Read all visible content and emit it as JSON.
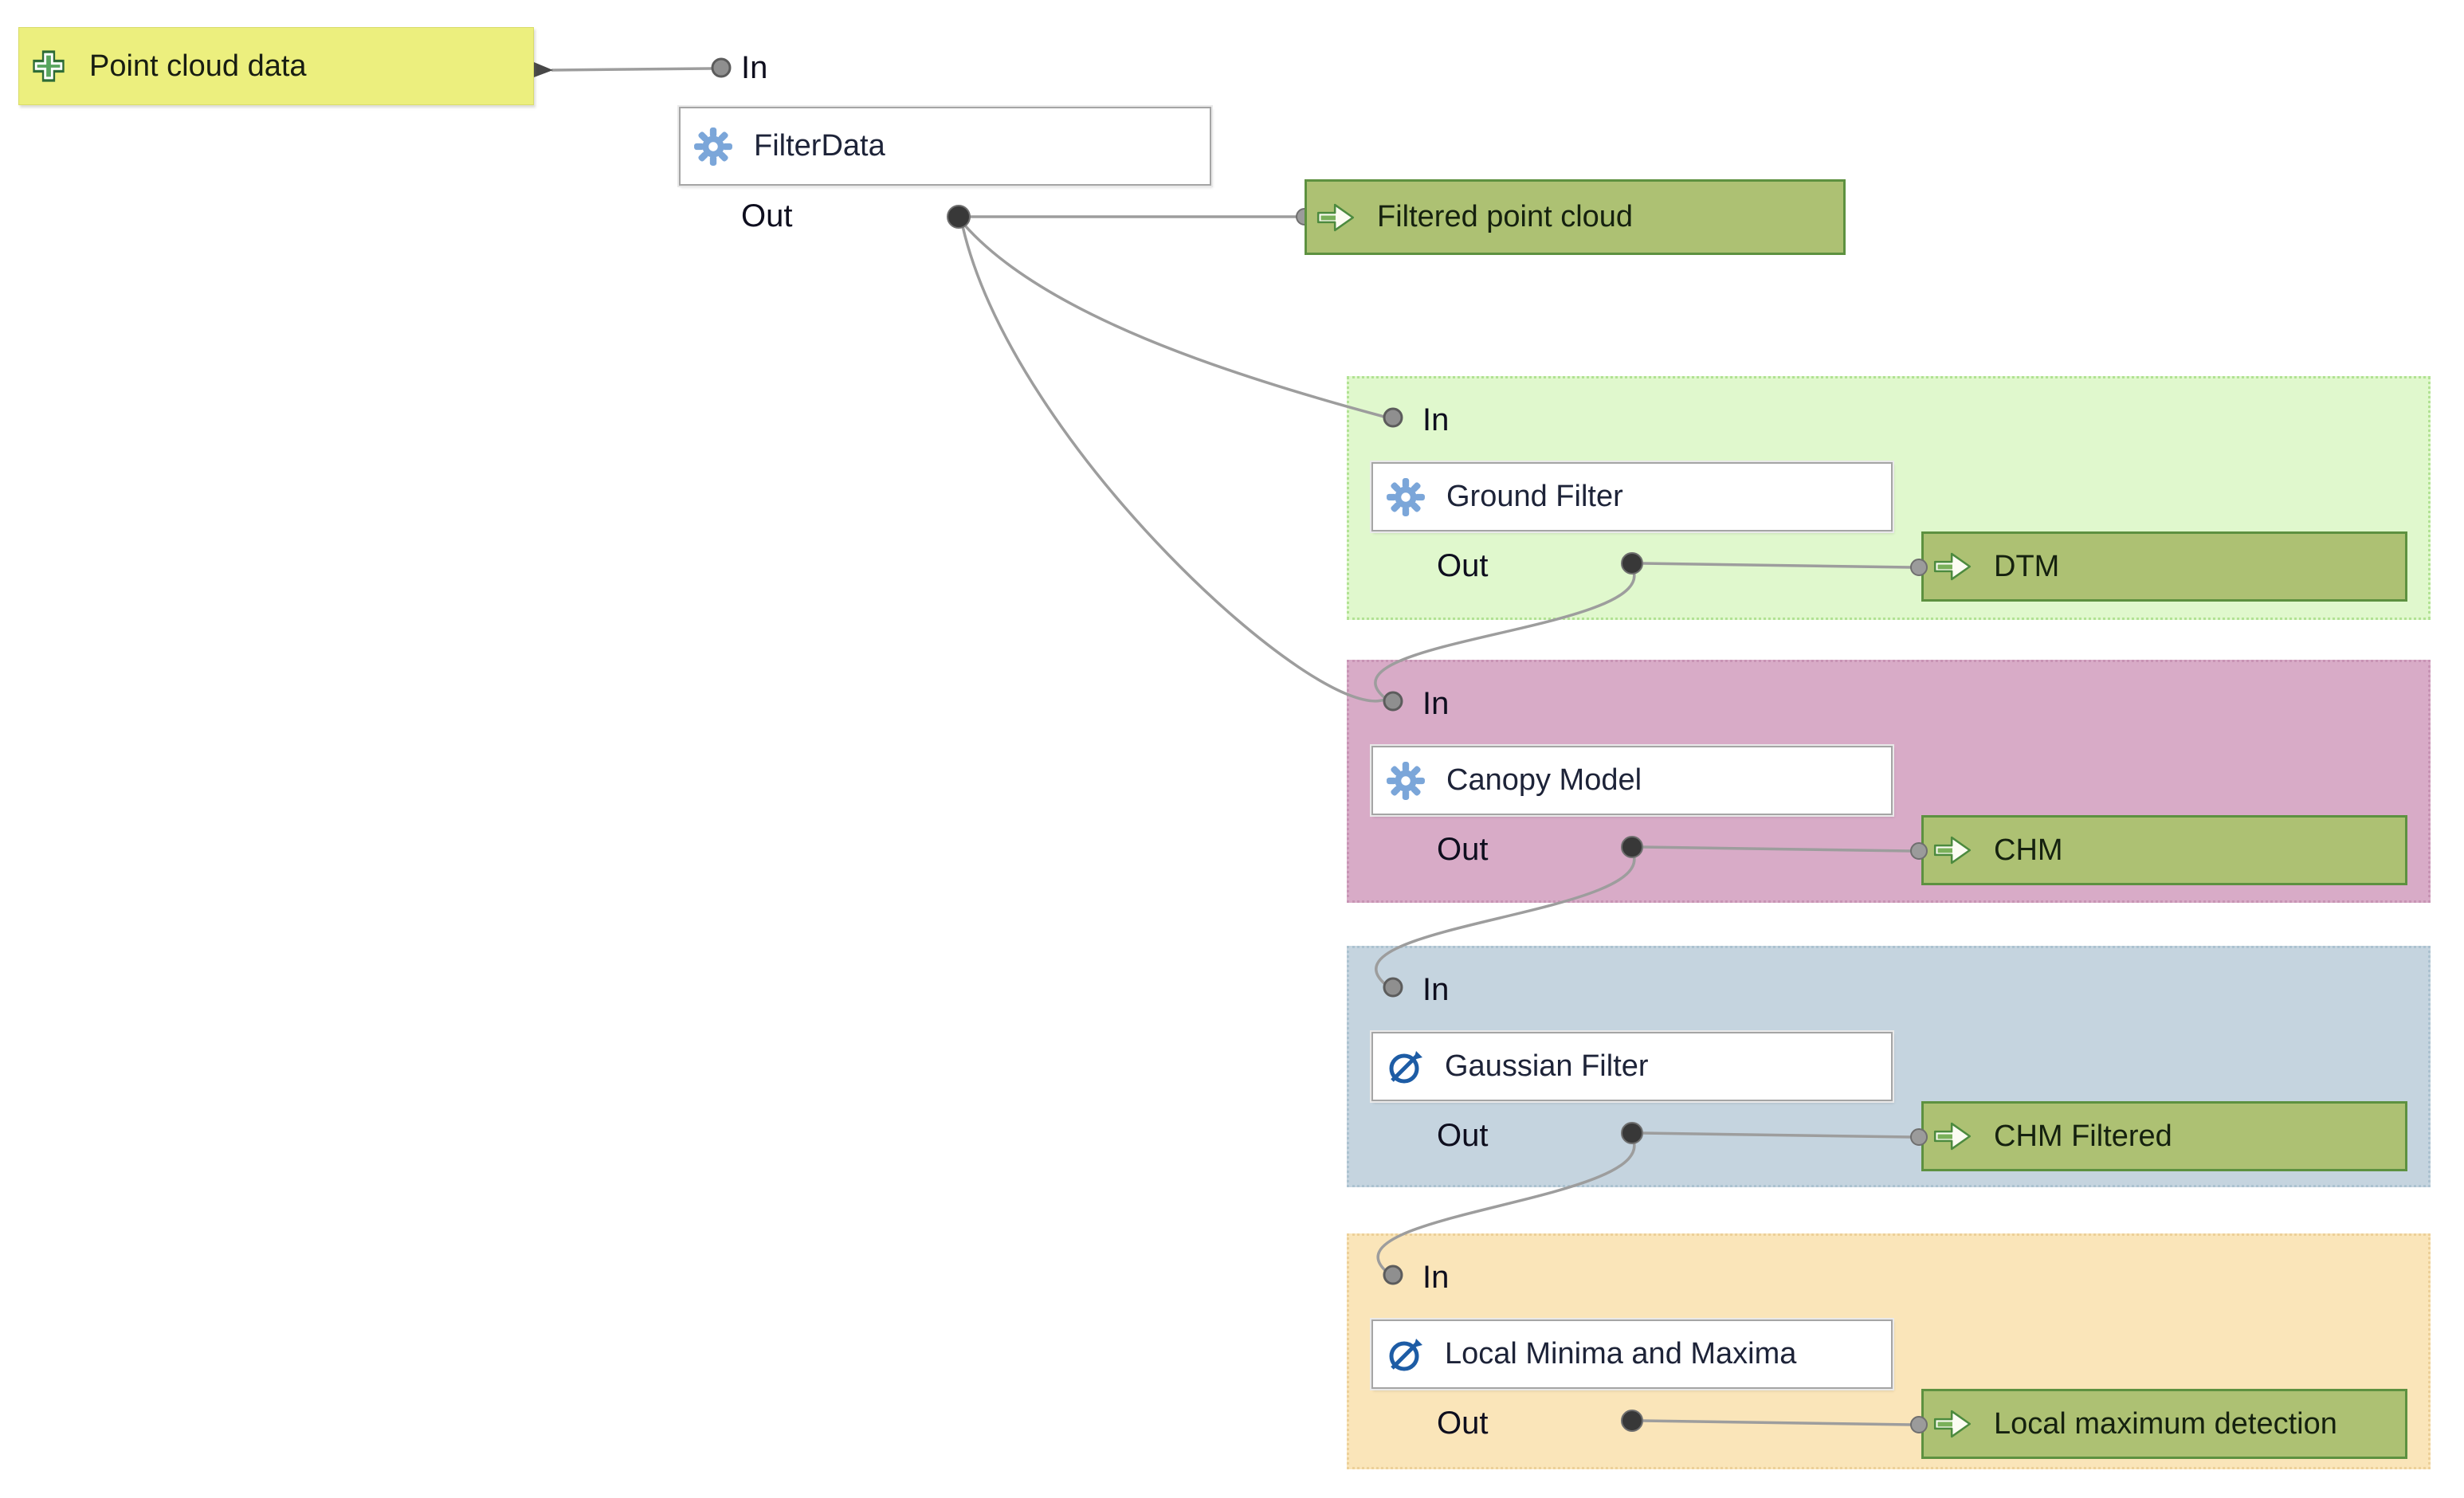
{
  "diagram": {
    "source": {
      "label": "Point cloud data",
      "icon": "add-data-plus-icon",
      "box_color": "#ecef7e"
    },
    "top_section": {
      "in_label": "In",
      "out_label": "Out",
      "tool": {
        "label": "FilterData",
        "icon": "gear-icon"
      },
      "output": {
        "label": "Filtered point cloud",
        "icon": "arrow-output-icon"
      }
    },
    "panels": [
      {
        "id": "ground-filter",
        "bg": "#e0f8cd",
        "border": "#b2e294",
        "in_label": "In",
        "out_label": "Out",
        "tool": {
          "label": "Ground Filter",
          "icon": "gear-icon"
        },
        "output": {
          "label": "DTM",
          "icon": "arrow-output-icon"
        }
      },
      {
        "id": "canopy-model",
        "bg": "#d8abc7",
        "border": "#c794b4",
        "in_label": "In",
        "out_label": "Out",
        "tool": {
          "label": "Canopy Model",
          "icon": "gear-icon"
        },
        "output": {
          "label": "CHM",
          "icon": "arrow-output-icon"
        }
      },
      {
        "id": "gaussian-filter",
        "bg": "#c5d4df",
        "border": "#acc2d0",
        "in_label": "In",
        "out_label": "Out",
        "tool": {
          "label": "Gaussian Filter",
          "icon": "saga-module-icon"
        },
        "output": {
          "label": "CHM Filtered",
          "icon": "arrow-output-icon"
        }
      },
      {
        "id": "local-minima-maxima",
        "bg": "#fae5b9",
        "border": "#ecd099",
        "in_label": "In",
        "out_label": "Out",
        "tool": {
          "label": "Local Minima and Maxima",
          "icon": "saga-module-icon"
        },
        "output": {
          "label": "Local maximum detection",
          "icon": "arrow-output-icon"
        }
      }
    ],
    "connections": [
      "Point cloud data -> FilterData.In",
      "FilterData.Out -> Filtered point cloud",
      "FilterData.Out -> Ground Filter.In",
      "FilterData.Out -> Canopy Model.In",
      "Ground Filter.Out -> DTM",
      "Ground Filter.Out -> Canopy Model.In",
      "Canopy Model.Out -> CHM",
      "Canopy Model.Out -> Gaussian Filter.In",
      "Gaussian Filter.Out -> CHM Filtered",
      "Gaussian Filter.Out -> Local Minima and Maxima.In",
      "Local Minima and Maxima.Out -> Local maximum detection"
    ],
    "colors": {
      "wire": "#9d9d9d",
      "output_box_fill": "#adc173",
      "output_box_border": "#5d9140",
      "gear_icon_blue": "#7ba6d9",
      "saga_icon_blue": "#1d5ca5",
      "plus_icon_green": "#58a55e"
    }
  }
}
